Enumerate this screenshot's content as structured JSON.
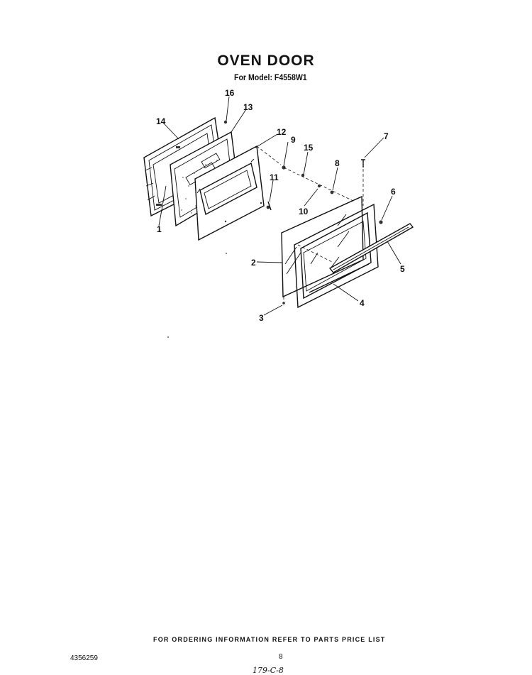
{
  "header": {
    "title": "OVEN DOOR",
    "subtitle": "For Model: F4558W1"
  },
  "callouts": {
    "c1": "1",
    "c2": "2",
    "c3": "3",
    "c4": "4",
    "c5": "5",
    "c6": "6",
    "c7": "7",
    "c8": "8",
    "c9": "9",
    "c10": "10",
    "c11": "11",
    "c12": "12",
    "c13": "13",
    "c14": "14",
    "c15": "15",
    "c16": "16"
  },
  "footer": {
    "ordering_note": "FOR ORDERING INFORMATION REFER TO PARTS PRICE LIST",
    "document_number": "4356259",
    "page_number": "8",
    "handwritten_note": "179-C-8"
  }
}
